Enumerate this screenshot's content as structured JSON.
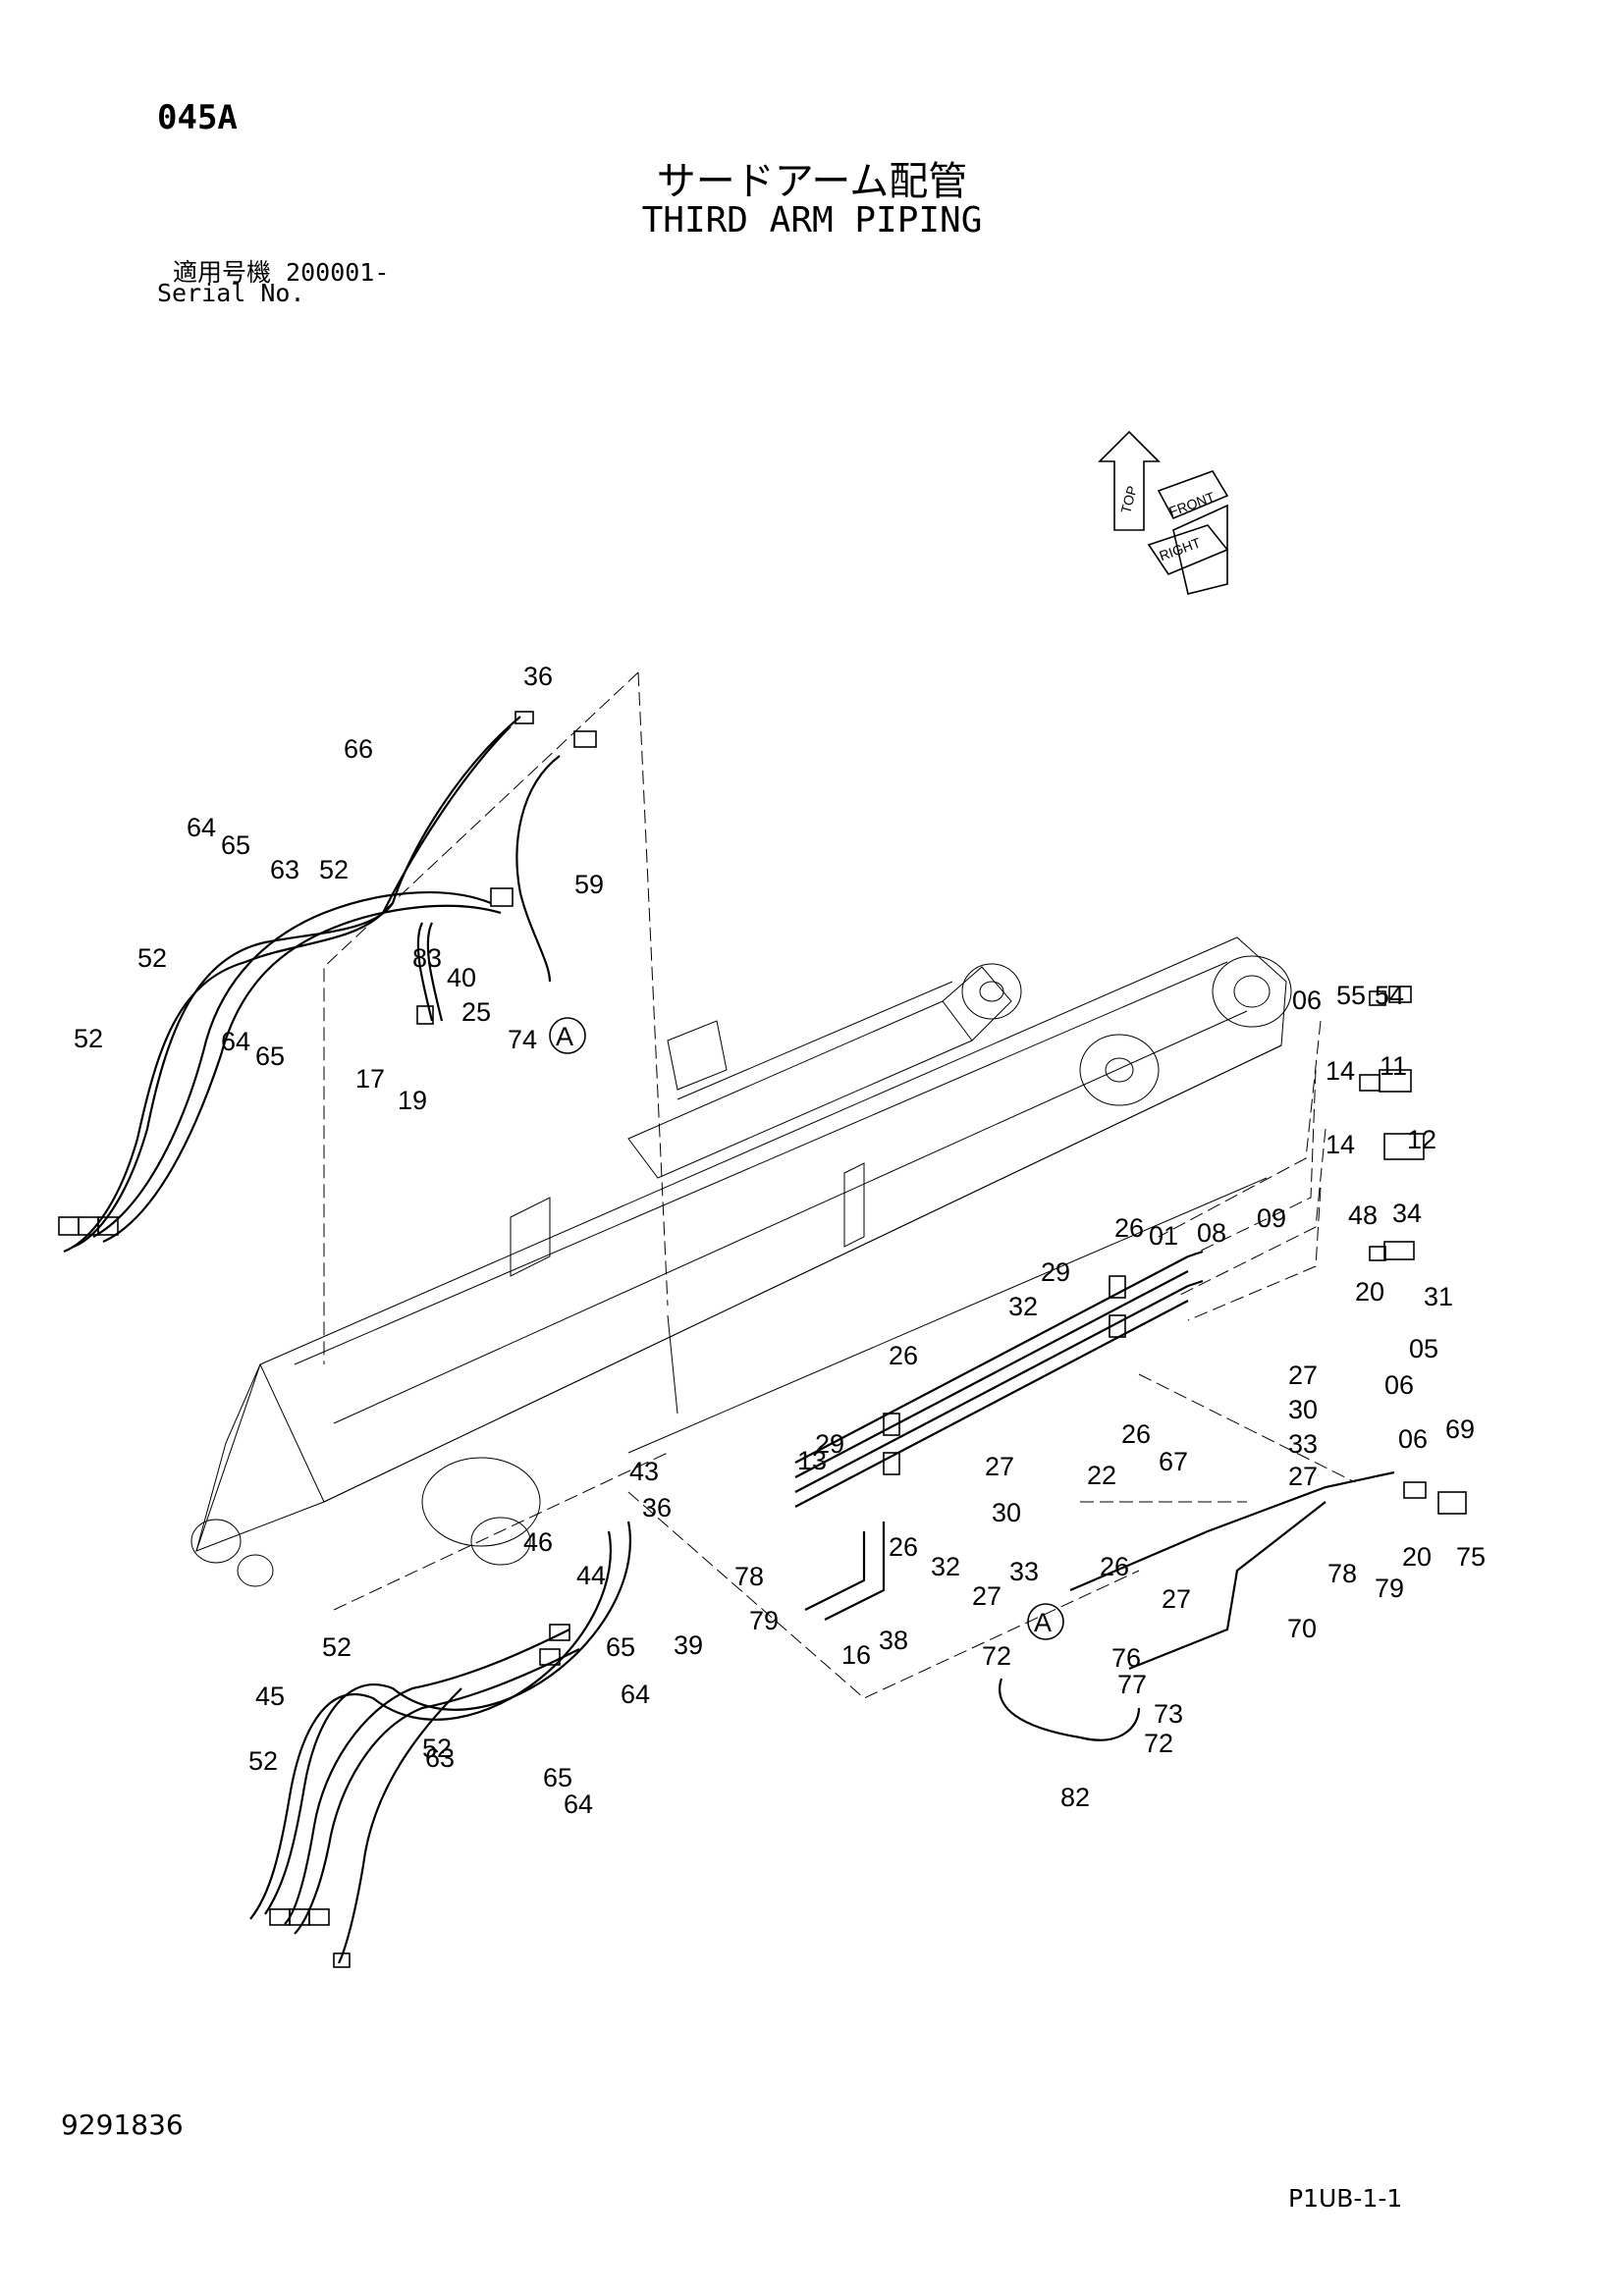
{
  "header": {
    "page_code": "045A",
    "title_jp": "サードアーム配管",
    "title_en": "THIRD ARM PIPING",
    "serial_jp": "適用号機  200001-",
    "serial_en": "Serial No."
  },
  "footer": {
    "doc_number": "9291836",
    "page_ref": "P1UB-1-1"
  },
  "orientation": {
    "labels": [
      "TOP",
      "FRONT",
      "RIGHT"
    ]
  },
  "detail_marker": "A",
  "callouts": [
    "36",
    "66",
    "64",
    "65",
    "63",
    "52",
    "59",
    "52",
    "83",
    "40",
    "25",
    "74",
    "52",
    "64",
    "65",
    "17",
    "19",
    "06",
    "55",
    "54",
    "14",
    "11",
    "14",
    "12",
    "48",
    "34",
    "01",
    "08",
    "09",
    "26",
    "29",
    "32",
    "20",
    "31",
    "05",
    "06",
    "27",
    "30",
    "26",
    "33",
    "27",
    "26",
    "29",
    "13",
    "22",
    "27",
    "30",
    "26",
    "32",
    "33",
    "27",
    "78",
    "79",
    "16",
    "38",
    "43",
    "36",
    "46",
    "44",
    "65",
    "64",
    "39",
    "52",
    "45",
    "52",
    "63",
    "65",
    "64",
    "52",
    "67",
    "06",
    "69",
    "20",
    "75",
    "78",
    "79",
    "26",
    "27",
    "70",
    "76",
    "77",
    "73",
    "72",
    "72",
    "82"
  ]
}
